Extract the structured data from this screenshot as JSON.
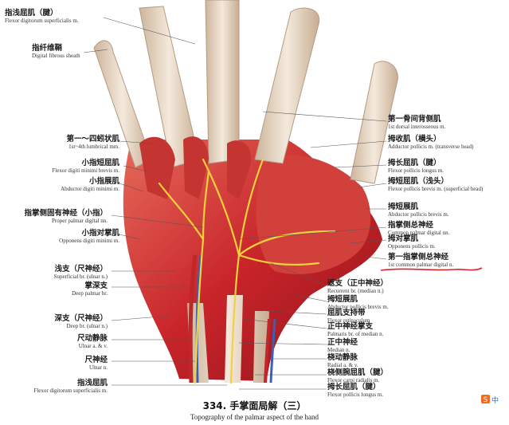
{
  "figure": {
    "title": "334. 手掌面局解（三）",
    "subtitle": "Topography of the palmar aspect of the hand"
  },
  "labels_left": [
    {
      "zh": "指浅屈肌（腱）",
      "en": "Flexor digitorum superficialis m."
    },
    {
      "zh": "指纤维鞘",
      "en": "Digital fibrous sheath"
    },
    {
      "zh": "第一～四蚓状肌",
      "en": "1st~4th lumbrical mm."
    },
    {
      "zh": "小指短屈肌",
      "en": "Flexor digiti minimi brevis m."
    },
    {
      "zh": "小指展肌",
      "en": "Abductor digiti minimi m."
    },
    {
      "zh": "指掌侧固有神经（小指）",
      "en": "Proper palmar digital nn."
    },
    {
      "zh": "小指对掌肌",
      "en": "Opponens digiti minimi m."
    },
    {
      "zh": "浅支（尺神经）",
      "en": "Superficial br. (ulnar n.)"
    },
    {
      "zh": "掌深支",
      "en": "Deep palmar br."
    },
    {
      "zh": "深支（尺神经）",
      "en": "Deep br. (ulnar n.)"
    },
    {
      "zh": "尺动静脉",
      "en": "Ulnar a. & v."
    },
    {
      "zh": "尺神经",
      "en": "Ulnar n."
    },
    {
      "zh": "指浅屈肌",
      "en": "Flexor digitorum superficialis m."
    }
  ],
  "labels_right": [
    {
      "zh": "第一骨间背侧肌",
      "en": "1st dorsal interosseous m."
    },
    {
      "zh": "拇收肌（横头）",
      "en": "Adductor pollicis m. (transverse head)"
    },
    {
      "zh": "拇长屈肌（腱）",
      "en": "Flexor pollicis longus m."
    },
    {
      "zh": "拇短屈肌（浅头）",
      "en": "Flexor pollicis brevis m. (superficial head)"
    },
    {
      "zh": "拇短展肌",
      "en": "Abductor pollicis brevis m."
    },
    {
      "zh": "指掌侧总神经",
      "en": "Common palmar digital nn."
    },
    {
      "zh": "拇对掌肌",
      "en": "Opponens pollicis m."
    },
    {
      "zh": "第一指掌侧总神经",
      "en": "1st common palmar digital n."
    },
    {
      "zh": "返支（正中神经）",
      "en": "Recurrent br. (median n.)"
    },
    {
      "zh": "拇短展肌",
      "en": "Abductor pollicis brevis m."
    },
    {
      "zh": "屈肌支持带",
      "en": "Flexor retinaculum"
    },
    {
      "zh": "正中神经掌支",
      "en": "Palmaris br. of median n."
    },
    {
      "zh": "正中神经",
      "en": "Median n."
    },
    {
      "zh": "桡动静脉",
      "en": "Radial a. & v."
    },
    {
      "zh": "桡侧腕屈肌（腱）",
      "en": "Flexor carpi radialis m."
    },
    {
      "zh": "拇长屈肌（腱）",
      "en": "Flexor pollicis longus m."
    }
  ],
  "watermark": {
    "text": "中"
  },
  "colors": {
    "muscle": "#c8242a",
    "muscle_light": "#e0574f",
    "tendon": "#e9d8c4",
    "nerve": "#f1d23a",
    "vein": "#3c5fb8",
    "underline": "#d8252b",
    "leader": "#555555"
  }
}
